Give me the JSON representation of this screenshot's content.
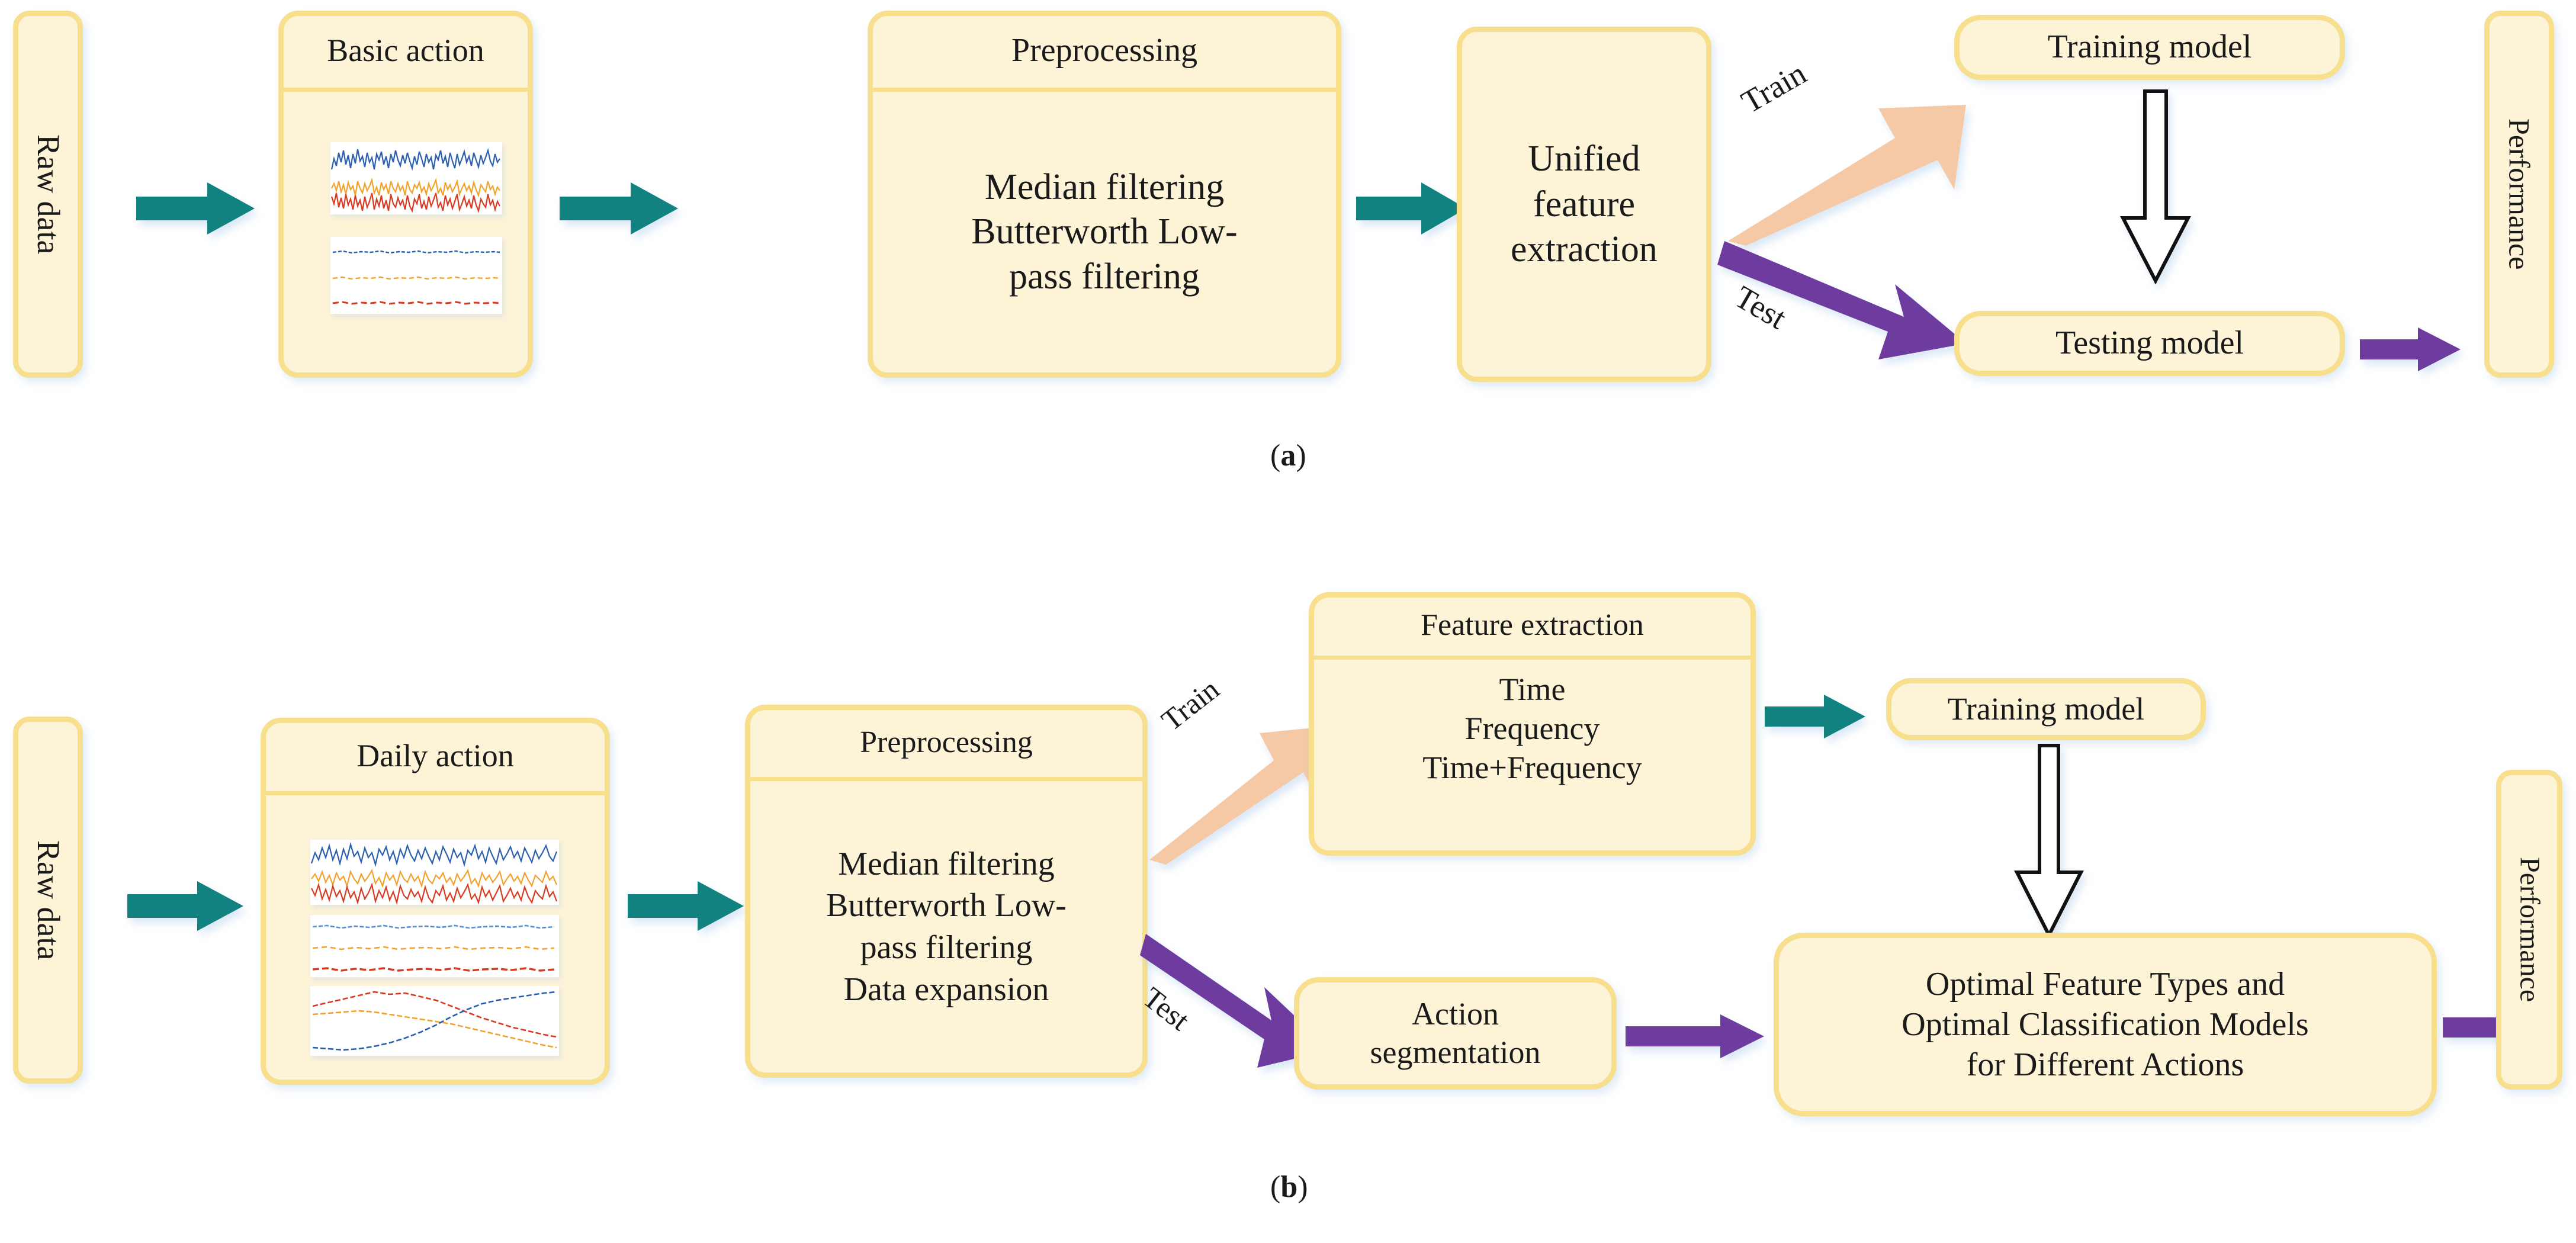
{
  "figure": {
    "panels": [
      {
        "id": "a",
        "label": "(a)",
        "label_letter": "a",
        "nodes": [
          {
            "key": "raw_data",
            "label": "Raw data",
            "orientation": "vertical"
          },
          {
            "key": "basic_action",
            "header": "Basic action",
            "body": ""
          },
          {
            "key": "preprocessing",
            "header": "Preprocessing",
            "body": "Median filtering\nButterworth Low-pass filtering"
          },
          {
            "key": "unified_feature_extraction",
            "label": "Unified feature extraction"
          },
          {
            "key": "training_model",
            "label": "Training model"
          },
          {
            "key": "testing_model",
            "label": "Testing model"
          },
          {
            "key": "performance",
            "label": "Performance",
            "orientation": "vertical"
          }
        ],
        "edges": [
          {
            "from": "raw_data",
            "to": "basic_action",
            "label": "",
            "color": "#11827F",
            "style": "block"
          },
          {
            "from": "basic_action",
            "to": "preprocessing",
            "label": "",
            "color": "#11827F",
            "style": "block"
          },
          {
            "from": "preprocessing",
            "to": "unified_feature_extraction",
            "label": "",
            "color": "#11827F",
            "style": "block"
          },
          {
            "from": "unified_feature_extraction",
            "to": "training_model",
            "label": "Train",
            "color": "#F6C9A6",
            "style": "diagonal-up"
          },
          {
            "from": "unified_feature_extraction",
            "to": "testing_model",
            "label": "Test",
            "color": "#6E3C9E",
            "style": "diagonal-down"
          },
          {
            "from": "training_model",
            "to": "testing_model",
            "label": "",
            "color": "#ffffff",
            "style": "hollow-down"
          },
          {
            "from": "testing_model",
            "to": "performance",
            "label": "",
            "color": "#6E3C9E",
            "style": "block"
          }
        ]
      },
      {
        "id": "b",
        "label": "(b)",
        "label_letter": "b",
        "nodes": [
          {
            "key": "raw_data",
            "label": "Raw data",
            "orientation": "vertical"
          },
          {
            "key": "daily_action",
            "header": "Daily action",
            "body": ""
          },
          {
            "key": "preprocessing",
            "header": "Preprocessing",
            "body": "Median filtering\nButterworth Low-pass filtering\nData expansion"
          },
          {
            "key": "feature_extraction",
            "header": "Feature extraction",
            "body": "Time\nFrequency\nTime+Frequency"
          },
          {
            "key": "training_model",
            "label": "Training model"
          },
          {
            "key": "action_segmentation",
            "label": "Action segmentation"
          },
          {
            "key": "optimal_models",
            "label": "Optimal Feature Types and Optimal Classification Models for Different Actions"
          },
          {
            "key": "performance",
            "label": "Performance",
            "orientation": "vertical"
          }
        ],
        "edges": [
          {
            "from": "raw_data",
            "to": "daily_action",
            "label": "",
            "color": "#11827F",
            "style": "block"
          },
          {
            "from": "daily_action",
            "to": "preprocessing",
            "label": "",
            "color": "#11827F",
            "style": "block"
          },
          {
            "from": "preprocessing",
            "to": "feature_extraction",
            "label": "Train",
            "color": "#F6C9A6",
            "style": "diagonal-up"
          },
          {
            "from": "preprocessing",
            "to": "action_segmentation",
            "label": "Test",
            "color": "#6E3C9E",
            "style": "diagonal-down"
          },
          {
            "from": "feature_extraction",
            "to": "training_model",
            "label": "",
            "color": "#11827F",
            "style": "block"
          },
          {
            "from": "training_model",
            "to": "optimal_models",
            "label": "",
            "color": "#ffffff",
            "style": "hollow-down"
          },
          {
            "from": "action_segmentation",
            "to": "optimal_models",
            "label": "",
            "color": "#6E3C9E",
            "style": "block"
          },
          {
            "from": "optimal_models",
            "to": "performance",
            "label": "",
            "color": "#6E3C9E",
            "style": "block"
          }
        ]
      }
    ]
  },
  "panel_a": {
    "raw_data": "Raw data",
    "basic_action_header": "Basic action",
    "preprocessing_header": "Preprocessing",
    "preprocessing_line1": "Median filtering",
    "preprocessing_line2": "Butterworth Low-",
    "preprocessing_line3": "pass filtering",
    "unified_line1": "Unified",
    "unified_line2": "feature",
    "unified_line3": "extraction",
    "train_label": "Train",
    "test_label": "Test",
    "training_model": "Training model",
    "testing_model": "Testing model",
    "performance": "Performance",
    "caption": "(a)"
  },
  "panel_b": {
    "raw_data": "Raw data",
    "daily_action_header": "Daily action",
    "preprocessing_header": "Preprocessing",
    "preprocessing_line1": "Median filtering",
    "preprocessing_line2": "Butterworth Low-",
    "preprocessing_line3": "pass filtering",
    "preprocessing_line4": "Data expansion",
    "train_label": "Train",
    "test_label": "Test",
    "feature_header": "Feature extraction",
    "feature_line1": "Time",
    "feature_line2": "Frequency",
    "feature_line3": "Time+Frequency",
    "training_model": "Training model",
    "action_seg_line1": "Action",
    "action_seg_line2": "segmentation",
    "optimal_line1": "Optimal Feature Types and",
    "optimal_line2": "Optimal Classification Models",
    "optimal_line3": "for Different Actions",
    "performance": "Performance",
    "caption": "(b)"
  },
  "colors": {
    "box_fill": "#FDF3D7",
    "box_border": "#F7DF8D",
    "arrow_teal": "#11827F",
    "arrow_purple": "#6E3C9E",
    "arrow_peach": "#F6C9A6",
    "arrow_hollow_outline": "#111111",
    "text": "#1A1A1A",
    "signal_blue": "#2B60B0",
    "signal_orange": "#F2A22C",
    "signal_red": "#D93A22",
    "background": "#FFFFFF"
  },
  "sparklines": {
    "panel_a": [
      {
        "name": "noisy-signal-chart",
        "series": [
          "signal_blue",
          "signal_orange",
          "signal_red"
        ],
        "kind": "noisy"
      },
      {
        "name": "flat-signal-chart",
        "series": [
          "signal_blue",
          "signal_orange",
          "signal_red"
        ],
        "kind": "flat"
      }
    ],
    "panel_b": [
      {
        "name": "noisy-signal-chart",
        "series": [
          "signal_blue",
          "signal_orange",
          "signal_red"
        ],
        "kind": "noisy"
      },
      {
        "name": "flat-signal-chart",
        "series": [
          "signal_blue",
          "signal_orange",
          "signal_red"
        ],
        "kind": "flat"
      },
      {
        "name": "trend-signal-chart",
        "series": [
          "signal_blue",
          "signal_orange",
          "signal_red"
        ],
        "kind": "trend"
      }
    ]
  }
}
